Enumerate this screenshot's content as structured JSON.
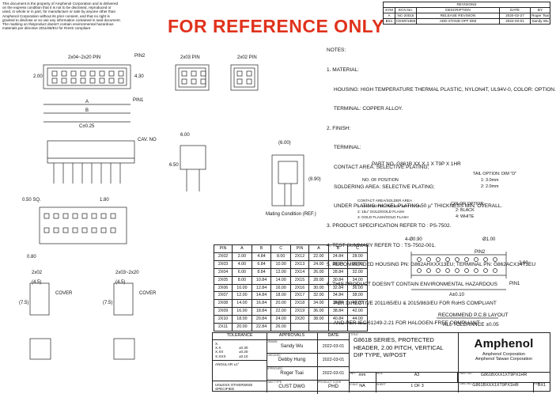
{
  "disclaimer": {
    "lines": [
      "This document is the property of Amphenol Corporation and is delivered",
      "on the express condition that it is not to be disclosed, reproduced or",
      "used, in whole or in part, for manufacture or sale by anyone other than",
      "Amphenol Corporation without its prior consent, and that no right is",
      "granted to disclose or so use any information contained in said document.",
      "The marking on thisproduct doesn't contain environmental hazardous",
      "materials per directive 2011/65/EU for RoHS compliant"
    ]
  },
  "watermark": "FOR REFERENCE ONLY",
  "revisions": {
    "title": "REVISIONS",
    "headers": [
      "SYM",
      "ECN No.",
      "DESCRIPTION",
      "DATE",
      "BY"
    ],
    "rows": [
      [
        "A",
        "NC-20015",
        "RELEASE REVISION",
        "2020-02-27",
        "Roger Tsai"
      ],
      [
        "BX1",
        "CDSR/1955",
        "ADD STAND OFF DIM",
        "2022-03-01",
        "Sandy Wu"
      ]
    ]
  },
  "views": {
    "v1_title": "2x04~2x20 PIN",
    "v2_title": "2x03 PIN",
    "v3_title": "2x02 PIN",
    "pin2": "PIN2",
    "pin1": "PIN1",
    "dim_a": "A",
    "dim_b": "B",
    "dim_c": "C±0.25",
    "dim_200": "2.00",
    "dim_430": "4.30",
    "cav_no": "CAV. NO",
    "dim_050": "0.50 SQ.",
    "dim_180": "1.80",
    "dim_600": "6.00",
    "dim_650": "6.50",
    "dim_600p": "(6.00)",
    "dim_890": "(8.90)",
    "mating": "Mating Condition (REF.)",
    "dim_080": "0.80",
    "dim_45": "(4.5)",
    "dim_75": "(7.5)",
    "cover": "COVER",
    "lbl_2x02": "2x02",
    "lbl_2x03": "2x03~2x20"
  },
  "notes": {
    "title": "NOTES:",
    "lines": [
      "1. MATERIAL:",
      "     HOUSING: HIGH TEMPERATURE THERMAL PLASTIC, NYLON4T, UL94V-0, COLOR: OPTION.",
      "     TERMINAL: COPPER ALLOY.",
      "2. FINISH:",
      "     TERMINAL:",
      "     CONTACT AREA: SELECTIVE PLATING;",
      "     SOLDERING AREA: SELECTIVE PLATING;",
      "     UNDER PLATING: NICKEL PLATING 50 µ\" THICKNESS MIN. OVERALL.",
      "3. PRODUCT SPECIFICATION REFER TO : PS-7502.",
      "4. TEST SUMMARY REFER TO : TS-7502-001.",
      "5. RECOMMENDED HOUSING PN: G862AHXXX13EU; TERMINAL PN: G862ACX14T3EU",
      "6. THIS PRODUCT DOESN'T CONTAIN ENVIRONMENTAL HAZARDOUS",
      "     PER DIRECTIVE 2011/65/EU & 2015/863/EU FOR RoHS COMPLIANT",
      "     AND PER IEC 61249-2-21 FOR HALOGEN-FREE COMPLIANT."
    ]
  },
  "part_number": {
    "title": "PART NO. G861B XX X 1 X T9P X 1HR",
    "no_of_position": "NO. OF POSITION",
    "tail_option": "TAIL OPTION: DIM \"D\"",
    "tail_1": "1: 3.0mm",
    "tail_2": "2: 2.0mm",
    "contact_title": "CONTACT AREA/SOLDER AREA",
    "contact_1": "1: 100u\" MATTE TIN/100u\" MATTE TIN",
    "contact_2": "2: 15u\" GOLD/GOLD FLASH",
    "contact_3": "3: GOLD FLASH/GOLD FLASH",
    "color_title": "COLOR OPTION:",
    "color_2": "2: BLACK",
    "color_4": "4: WHITE"
  },
  "pin_table": {
    "headers": [
      "PIN",
      "A",
      "B",
      "C",
      "PIN",
      "A",
      "B",
      "C"
    ],
    "rows": [
      [
        "2X02",
        "2.00",
        "4.84",
        "8.00",
        "2X12",
        "22.00",
        "24.84",
        "28.00"
      ],
      [
        "2X03",
        "4.00",
        "6.84",
        "10.00",
        "2X13",
        "24.00",
        "26.84",
        "30.00"
      ],
      [
        "2X04",
        "6.00",
        "8.84",
        "12.00",
        "2X14",
        "26.00",
        "28.84",
        "32.00"
      ],
      [
        "2X05",
        "8.00",
        "10.84",
        "14.00",
        "2X15",
        "28.00",
        "30.84",
        "34.00"
      ],
      [
        "2X06",
        "10.00",
        "12.84",
        "16.00",
        "2X16",
        "30.00",
        "32.84",
        "36.00"
      ],
      [
        "2X07",
        "12.00",
        "14.84",
        "18.00",
        "2X17",
        "32.00",
        "34.84",
        "38.00"
      ],
      [
        "2X08",
        "14.00",
        "16.84",
        "20.00",
        "2X18",
        "34.00",
        "36.84",
        "40.00"
      ],
      [
        "2X09",
        "16.00",
        "18.84",
        "22.00",
        "2X19",
        "36.00",
        "38.84",
        "42.00"
      ],
      [
        "2X10",
        "18.00",
        "20.84",
        "24.00",
        "2X20",
        "38.00",
        "40.84",
        "44.00"
      ],
      [
        "2X11",
        "20.00",
        "22.84",
        "26.00",
        "",
        "",
        "",
        ""
      ]
    ]
  },
  "pcb": {
    "dia_1": "4-Ø0.90",
    "dia_2": "Ø1.00",
    "pin2": "PIN2",
    "pin1": "PIN1",
    "dim_a": "A±0.10",
    "dim_200": "2.00",
    "title": "RECOMMEND P.C.B LAYOUT",
    "tolerance": "ALL TOLERANCE ±0.05"
  },
  "title_block": {
    "tolerance_title": "TOLERANCE",
    "tol_rows": [
      [
        "X.",
        ""
      ],
      [
        "X.X",
        "±0.30"
      ],
      [
        "X.XX",
        "±0.20"
      ],
      [
        "X.XXX",
        "±0.10"
      ]
    ],
    "angular": "ANGULAR  ±1°",
    "unless": "UNLESS OTHERWISE SPECIFIED",
    "approvals_title": "APPROVALS",
    "date_title": "DATE",
    "drawn_lbl": "DRAWN",
    "drawn": "Sandy Wu",
    "drawn_date": "2022-03-01",
    "checked_lbl": "CHECKED",
    "checked": "Debby Hung",
    "checked_date": "2022-03-01",
    "approved_lbl": "APPROVED",
    "approved": "Roger Tsai",
    "approved_date": "2022-03-01",
    "dwg_type_lbl": "DWG TYPE",
    "dwg_type": "CUST DWG",
    "product_code_lbl": "PRODUCT CODE",
    "product_code": "PHD",
    "title_lbl": "TITLE",
    "title_lines": [
      "G861B SERIES, PROTECTED",
      "HEADER, 2.00 PITCH, VERTICAL",
      "DIP TYPE, W/POST"
    ],
    "unit_lbl": "UNIT",
    "unit": "mm",
    "size_lbl": "SIZE",
    "size": "A3",
    "scale_lbl": "SCALE",
    "scale": "NA",
    "sheet_lbl": "SHEET",
    "sheet": "1 OF 3",
    "company_logo": "Amphenol",
    "company_1": "Amphenol Corporation",
    "company_2": "Amphenol Taiwan Corporation",
    "part_no_lbl": "PART NO.",
    "part_no": "G861BXXX1XT9PX1HR",
    "dwg_no_lbl": "DWG NO.",
    "dwg_no": "G861BXXX1XT9PX1HR",
    "rev_lbl": "REV",
    "rev": "BX1"
  }
}
